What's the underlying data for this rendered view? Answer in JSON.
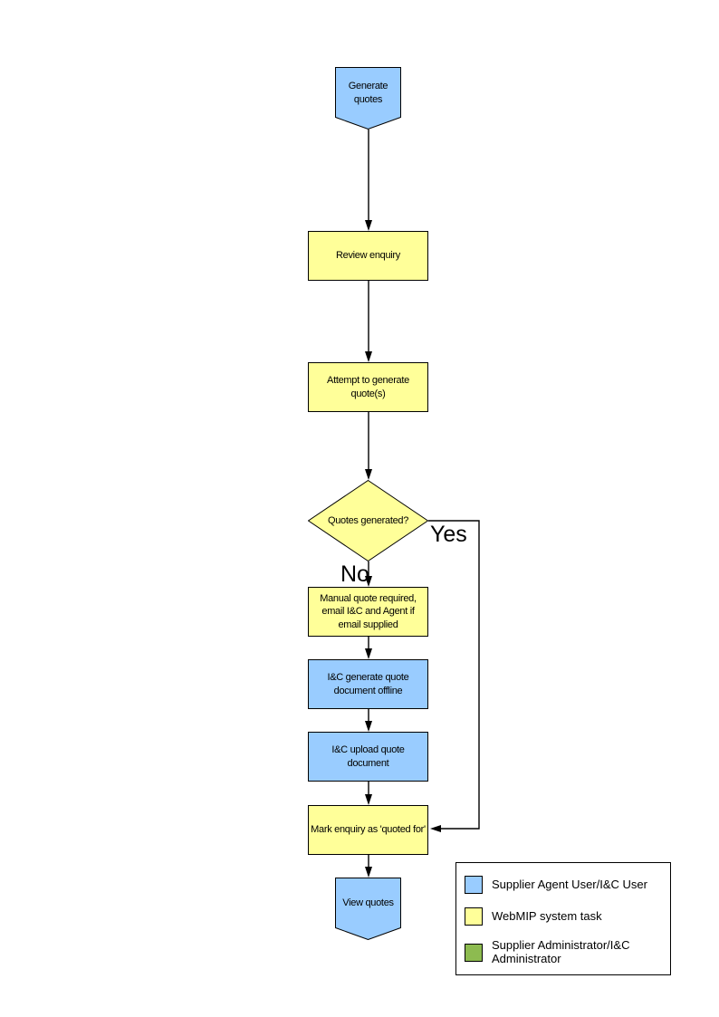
{
  "colors": {
    "actor_blue": "#99CCFF",
    "system_yellow": "#FFFF99",
    "admin_green": "#8DBB50",
    "line_black": "#000000"
  },
  "flowchart": {
    "start": {
      "label": "Generate quotes"
    },
    "review": {
      "label": "Review enquiry"
    },
    "attempt": {
      "label": "Attempt to generate quote(s)"
    },
    "decision": {
      "label": "Quotes generated?",
      "yes_label": "Yes",
      "no_label": "No"
    },
    "manual": {
      "label": "Manual quote required, email I&C and Agent if email supplied"
    },
    "offline": {
      "label": "I&C generate quote document offline"
    },
    "upload": {
      "label": "I&C upload quote document"
    },
    "mark": {
      "label": "Mark enquiry as 'quoted for'"
    },
    "end": {
      "label": "View quotes"
    }
  },
  "legend": {
    "items": [
      {
        "label": "Supplier Agent User/I&C User",
        "color": "#99CCFF"
      },
      {
        "label": "WebMIP system task",
        "color": "#FFFF99"
      },
      {
        "label": "Supplier Administrator/I&C Administrator",
        "color": "#8DBB50"
      }
    ]
  }
}
